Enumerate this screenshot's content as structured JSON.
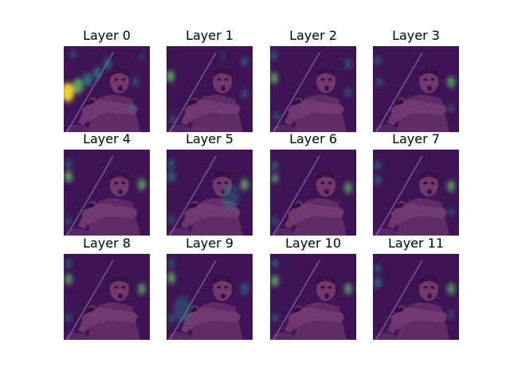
{
  "figure": {
    "panels": [
      {
        "title": "Layer 0"
      },
      {
        "title": "Layer 1"
      },
      {
        "title": "Layer 2"
      },
      {
        "title": "Layer 3"
      },
      {
        "title": "Layer 4"
      },
      {
        "title": "Layer 5"
      },
      {
        "title": "Layer 6"
      },
      {
        "title": "Layer 7"
      },
      {
        "title": "Layer 8"
      },
      {
        "title": "Layer 9"
      },
      {
        "title": "Layer 10"
      },
      {
        "title": "Layer 11"
      }
    ],
    "colors": {
      "background_overlay": "#3a1c5a",
      "low": "#440154",
      "mid": "#21918c",
      "high": "#fde725"
    }
  }
}
